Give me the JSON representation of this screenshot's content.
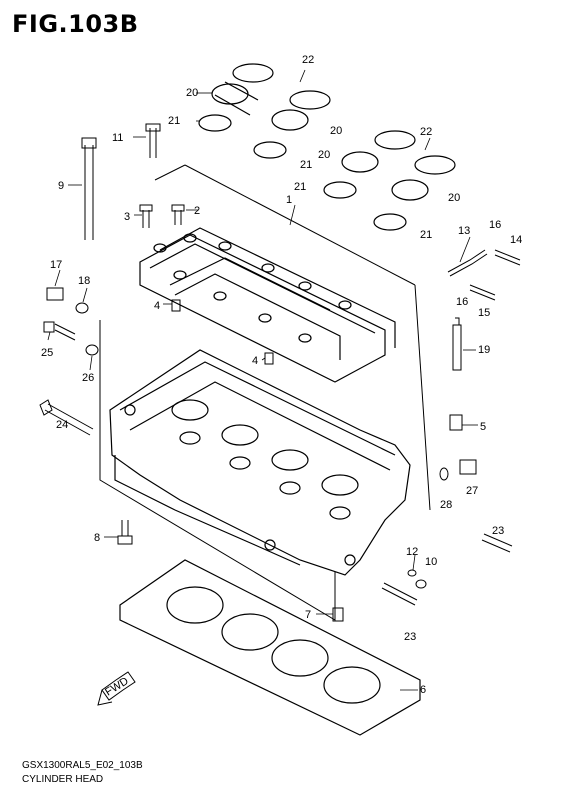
{
  "figure": {
    "title": "FIG.103B",
    "code": "GSX1300RAL5_E02_103B",
    "name": "CYLINDER HEAD",
    "arrow_label": "FWD"
  },
  "callouts": [
    "1",
    "2",
    "3",
    "4",
    "4",
    "5",
    "6",
    "7",
    "8",
    "9",
    "10",
    "11",
    "12",
    "13",
    "14",
    "15",
    "16",
    "16",
    "17",
    "18",
    "19",
    "20",
    "20",
    "20",
    "20",
    "21",
    "21",
    "21",
    "21",
    "22",
    "22",
    "23",
    "23",
    "24",
    "25",
    "26",
    "27",
    "28"
  ]
}
